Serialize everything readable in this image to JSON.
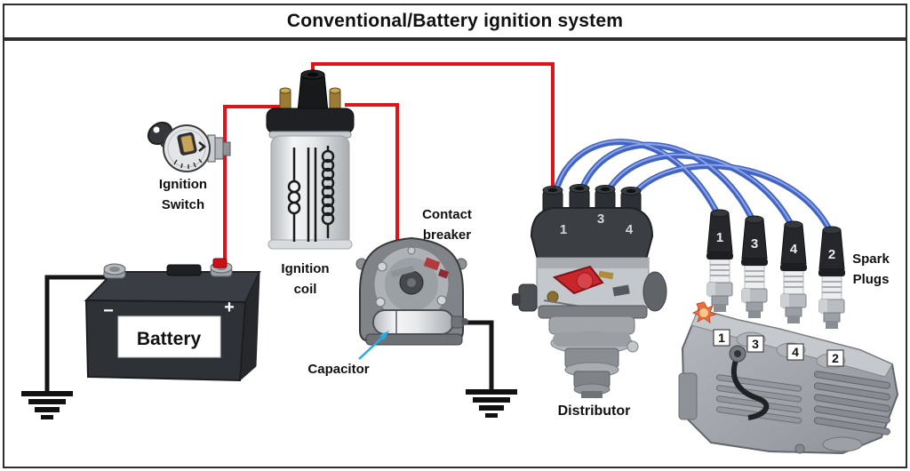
{
  "title": "Conventional/Battery ignition system",
  "components": {
    "battery": {
      "label": "Battery",
      "negative": "−",
      "positive": "+"
    },
    "ignition_switch": {
      "label_line1": "Ignition",
      "label_line2": "Switch"
    },
    "ignition_coil": {
      "label_line1": "Ignition",
      "label_line2": "coil"
    },
    "contact_breaker": {
      "label_line1": "Contact",
      "label_line2": "breaker"
    },
    "capacitor": {
      "label": "Capacitor"
    },
    "distributor": {
      "label": "Distributor",
      "cap_terminals": [
        "1",
        "3",
        "4"
      ]
    },
    "spark_plugs": {
      "label_line1": "Spark",
      "label_line2": "Plugs",
      "boot_numbers": [
        "1",
        "3",
        "4",
        "2"
      ],
      "engine_tags": [
        "1",
        "3",
        "4",
        "2"
      ]
    }
  },
  "colors": {
    "wire_power": "#e0131b",
    "wire_ground": "#161616",
    "wire_spark_plug": "#4263c0",
    "capacitor_arrow": "#29abe2",
    "label_text": "#111111",
    "border": "#2e2e2e"
  }
}
